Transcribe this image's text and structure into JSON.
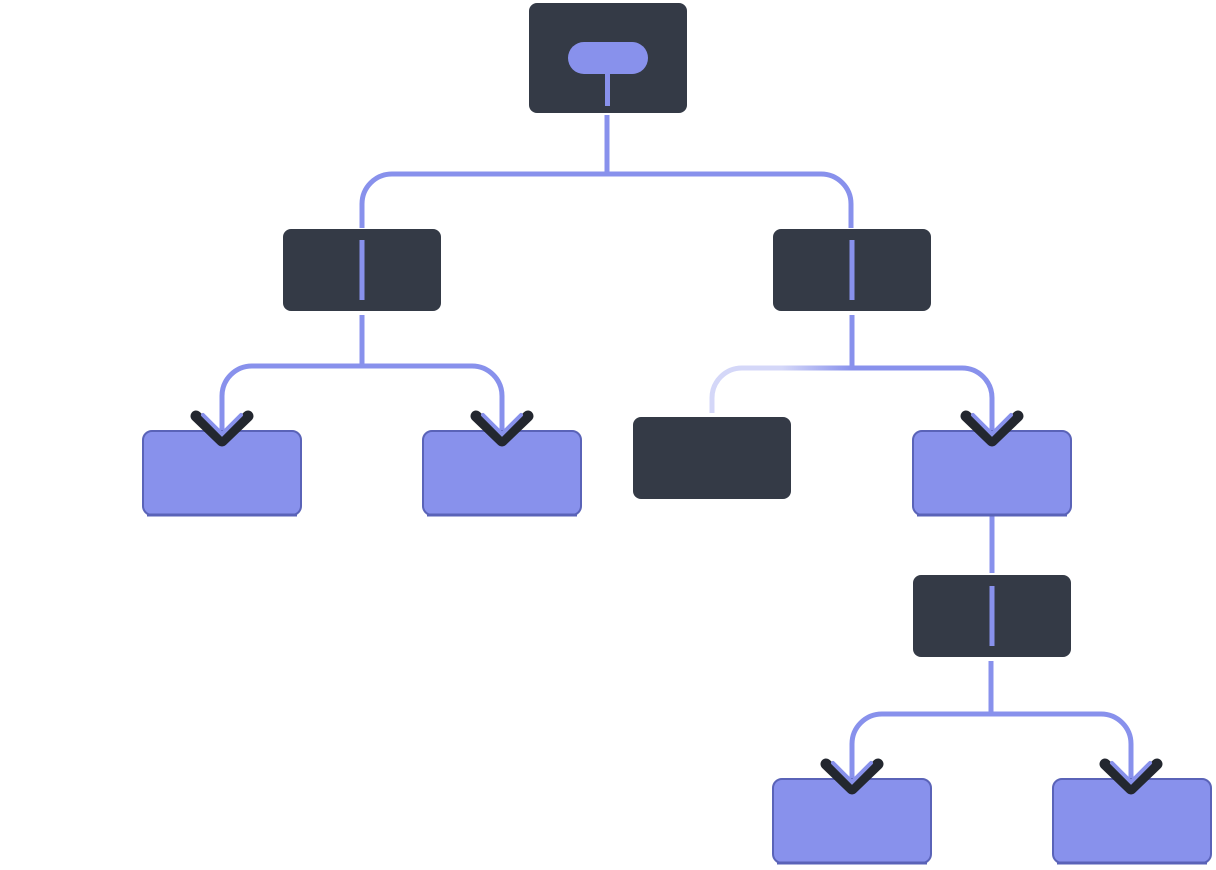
{
  "colors": {
    "dark_node": "#343a46",
    "accent": "#8891ec",
    "leaf_border": "#5a63b8",
    "arrow_shadow": "#23272f",
    "faded_edge": "#d4d7f8",
    "background": "#ffffff"
  },
  "diagram": {
    "type": "tree",
    "nodes": [
      {
        "id": "root",
        "kind": "dark",
        "icon": "pill-stem"
      },
      {
        "id": "left",
        "kind": "dark",
        "parent": "root"
      },
      {
        "id": "right",
        "kind": "dark",
        "parent": "root"
      },
      {
        "id": "left-leaf-1",
        "kind": "leaf",
        "parent": "left"
      },
      {
        "id": "left-leaf-2",
        "kind": "leaf",
        "parent": "left"
      },
      {
        "id": "right-dark-child",
        "kind": "dark",
        "parent": "right",
        "edge": "faded"
      },
      {
        "id": "right-leaf",
        "kind": "leaf",
        "parent": "right"
      },
      {
        "id": "deep",
        "kind": "dark",
        "parent": "right-leaf"
      },
      {
        "id": "deep-leaf-1",
        "kind": "leaf",
        "parent": "deep"
      },
      {
        "id": "deep-leaf-2",
        "kind": "leaf",
        "parent": "deep"
      }
    ]
  }
}
